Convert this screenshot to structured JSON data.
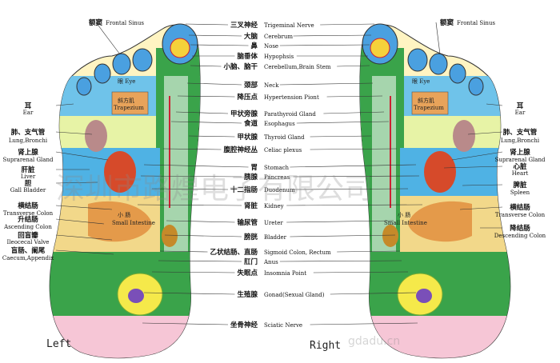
{
  "captions": {
    "left": "Left",
    "right": "Right"
  },
  "watermark": "深圳市路煌电子有限公司",
  "watermark_url": "gdadu.cn",
  "inner": {
    "eye": "眼 Eye",
    "trapezius_cn": "斜方肌",
    "trapezius_en": "Trapezium",
    "small_intestine_cn": "小 肠",
    "small_intestine_en": "Small Intestine"
  },
  "center_labels": [
    {
      "cn": "三叉神经",
      "en": "Trigeminal Nerve"
    },
    {
      "cn": "大脑",
      "en": "Cerebrum"
    },
    {
      "cn": "鼻",
      "en": "Nose"
    },
    {
      "cn": "脑垂体",
      "en": "Hypophsis"
    },
    {
      "cn": "小脑、脑干",
      "en": "Cerebellum,Brain Stem"
    },
    {
      "cn": "颈部",
      "en": "Neck"
    },
    {
      "cn": "降压点",
      "en": "Hypertension Piont"
    },
    {
      "cn": "甲状旁腺",
      "en": "Parathyroid Gland"
    },
    {
      "cn": "食道",
      "en": "Esophagus"
    },
    {
      "cn": "甲状腺",
      "en": "Thyroid Gland"
    },
    {
      "cn": "腹腔神经丛",
      "en": "Celiac plexus"
    },
    {
      "cn": "胃",
      "en": "Stomach"
    },
    {
      "cn": "胰腺",
      "en": "Pancreas"
    },
    {
      "cn": "十二指肠",
      "en": "Duodenum"
    },
    {
      "cn": "肾脏",
      "en": "Kidney"
    },
    {
      "cn": "输尿管",
      "en": "Ureter"
    },
    {
      "cn": "膀胱",
      "en": "Bladder"
    },
    {
      "cn": "乙状结肠、直肠",
      "en": "Sigmoid Colon, Rectum"
    },
    {
      "cn": "肛门",
      "en": "Anus"
    },
    {
      "cn": "失眠点",
      "en": "Insomnia Point"
    },
    {
      "cn": "生殖腺",
      "en": "Gonad(Sexual Gland)"
    },
    {
      "cn": "坐骨神经",
      "en": "Sciatic Nerve"
    }
  ],
  "left_labels": [
    {
      "cn": "额窦",
      "en": "Frontal Sinus"
    },
    {
      "cn": "耳",
      "en": "Ear"
    },
    {
      "cn": "肺、支气管",
      "en": "Lung,Bronchi"
    },
    {
      "cn": "肾上腺",
      "en": "Suprarenal Gland"
    },
    {
      "cn": "肝脏",
      "en": "Liver"
    },
    {
      "cn": "胆",
      "en": "Gall Bladder"
    },
    {
      "cn": "横结肠",
      "en": "Transverse Colon"
    },
    {
      "cn": "升结肠",
      "en": "Ascending Colon"
    },
    {
      "cn": "回盲瓣",
      "en": "Ileocecal Valve"
    },
    {
      "cn": "盲肠、阑尾",
      "en": "Caecum,Appendix"
    }
  ],
  "right_labels": [
    {
      "cn": "额窦",
      "en": "Frontal Sinus"
    },
    {
      "cn": "耳",
      "en": "Ear"
    },
    {
      "cn": "肺、支气管",
      "en": "Lung,Bronchi"
    },
    {
      "cn": "肾上腺",
      "en": "Suprarenal Gland"
    },
    {
      "cn": "心脏",
      "en": "Heart"
    },
    {
      "cn": "脾脏",
      "en": "Spleen"
    },
    {
      "cn": "横结肠",
      "en": "Transverse Colon"
    },
    {
      "cn": "降结肠",
      "en": "Descending Colon"
    }
  ]
}
